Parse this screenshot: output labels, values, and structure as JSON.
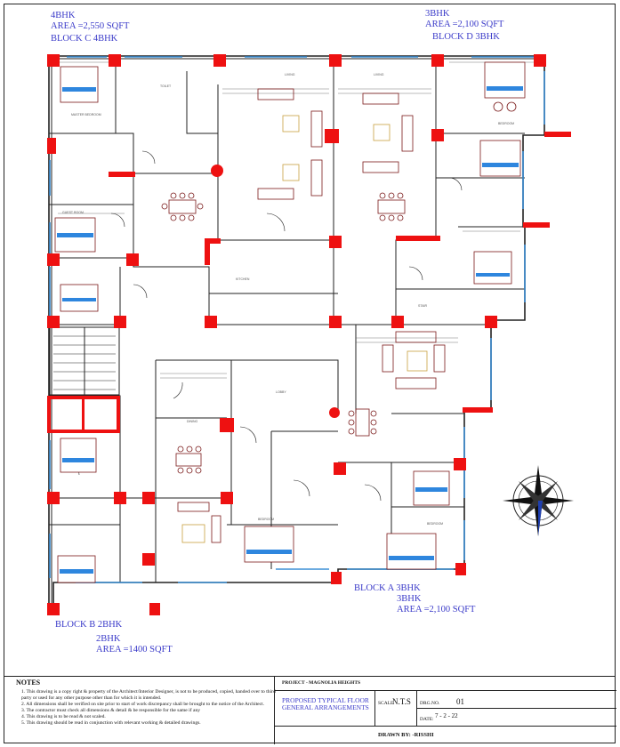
{
  "blocks": {
    "c": {
      "line1": "4BHK",
      "line2": "AREA =2,550 SQFT",
      "line3": "BLOCK C 4BHK"
    },
    "d": {
      "line1": "3BHK",
      "line2": "AREA =2,100 SQFT",
      "line3": "BLOCK D 3BHK"
    },
    "b": {
      "line1": "BLOCK B 2BHK",
      "line2": "2BHK",
      "line3": "AREA =1400 SQFT"
    },
    "a": {
      "line1": "BLOCK A 3BHK",
      "line2": "3BHK",
      "line3": "AREA =2,100 SQFT"
    }
  },
  "notes": {
    "title": "NOTES",
    "items": [
      "1. This drawing is a copy right & property of the Architect/Interior Designer, is not to be produced, copied, handed over to third party or used for any other purpose other than for which it is intended.",
      "2. All dimensions shall be verified on site prior to start of work discrepancy shall be brought to the notice of the Architect.",
      "3. The contractor must check all dimensions & detail & be responsible for the same if any",
      "4. This drawing is to be read & not scaled.",
      "5. This drawing should be read in conjunction with relevant working & detailed drawings."
    ]
  },
  "titleblock": {
    "project": "PROJECT - MAGNOLIA HEIGHTS",
    "drawing_title_1": "PROPOSED TYPICAL FLOOR",
    "drawing_title_2": "GENERAL ARRANGEMENTS",
    "scale_label": "SCALE",
    "scale_value": "N.T.S",
    "dwg_label": "DRG.NO.",
    "dwg_value": "01",
    "date_label": "DATE:",
    "date_value": "7 - 2 - 22",
    "drawn_by": "DRAWN BY: -RISSHI"
  },
  "colors": {
    "column": "#ee1111",
    "wall": "#222222",
    "furniture": "#7a1a1a",
    "bed": "#2e86de",
    "window": "#3b8fd6",
    "text_blue": "#3b3bc9"
  }
}
